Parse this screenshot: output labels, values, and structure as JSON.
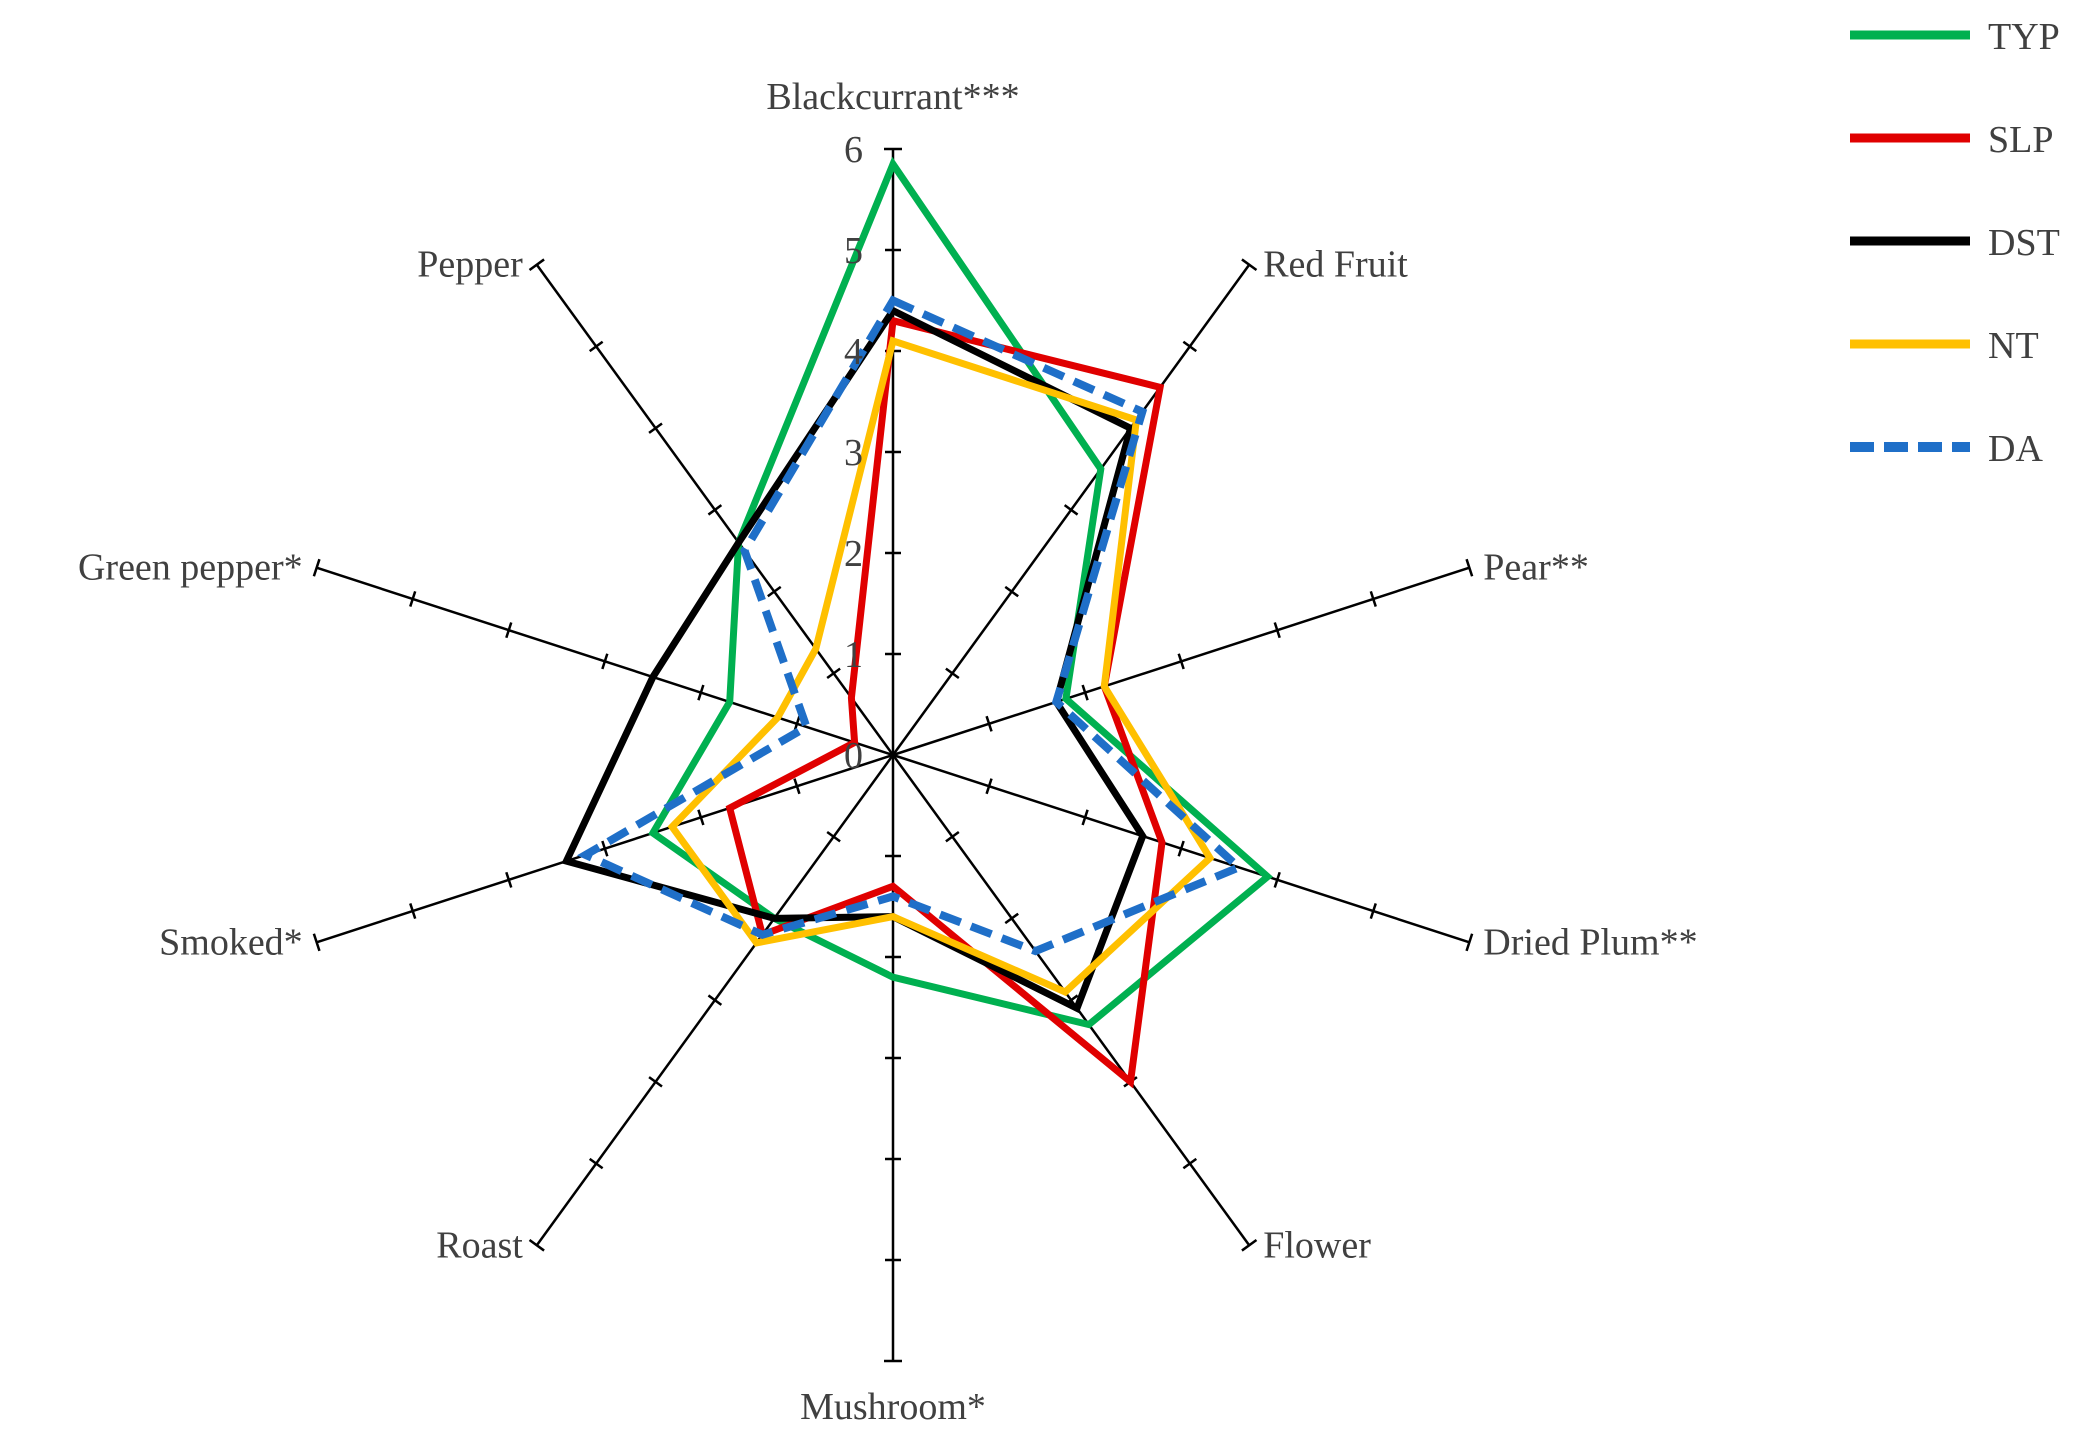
{
  "chart_data": {
    "type": "radar",
    "title": "",
    "axes": [
      "Blackcurrant***",
      "Red Fruit",
      "Pear**",
      "Dried Plum**",
      "Flower",
      "Mushroom*",
      "Roast",
      "Smoked*",
      "Green pepper*",
      "Pepper"
    ],
    "rlim": [
      0,
      6
    ],
    "ticks": [
      0,
      1,
      2,
      3,
      4,
      5,
      6
    ],
    "tick_labels_shown": [
      "0",
      "1",
      "2",
      "3",
      "4",
      "5",
      "6"
    ],
    "legend_position": "top-right",
    "series": [
      {
        "name": "TYP",
        "color": "#00B050",
        "dashed": false,
        "values": [
          5.85,
          3.5,
          1.8,
          3.9,
          3.3,
          2.2,
          2.0,
          2.5,
          1.7,
          2.6
        ]
      },
      {
        "name": "SLP",
        "color": "#E00000",
        "dashed": false,
        "values": [
          4.3,
          4.5,
          2.2,
          2.8,
          4.0,
          1.3,
          2.2,
          1.7,
          0.4,
          0.7
        ]
      },
      {
        "name": "DST",
        "color": "#000000",
        "dashed": false,
        "values": [
          4.4,
          4.0,
          1.7,
          2.6,
          3.1,
          1.6,
          2.0,
          3.4,
          2.5,
          2.6
        ]
      },
      {
        "name": "NT",
        "color": "#FFC000",
        "dashed": false,
        "values": [
          4.1,
          4.1,
          2.2,
          3.3,
          2.9,
          1.6,
          2.3,
          2.3,
          1.2,
          1.3
        ]
      },
      {
        "name": "DA",
        "color": "#1F6FC8",
        "dashed": true,
        "values": [
          4.5,
          4.2,
          1.7,
          3.6,
          2.4,
          1.4,
          2.2,
          3.2,
          0.9,
          2.5
        ]
      }
    ]
  }
}
